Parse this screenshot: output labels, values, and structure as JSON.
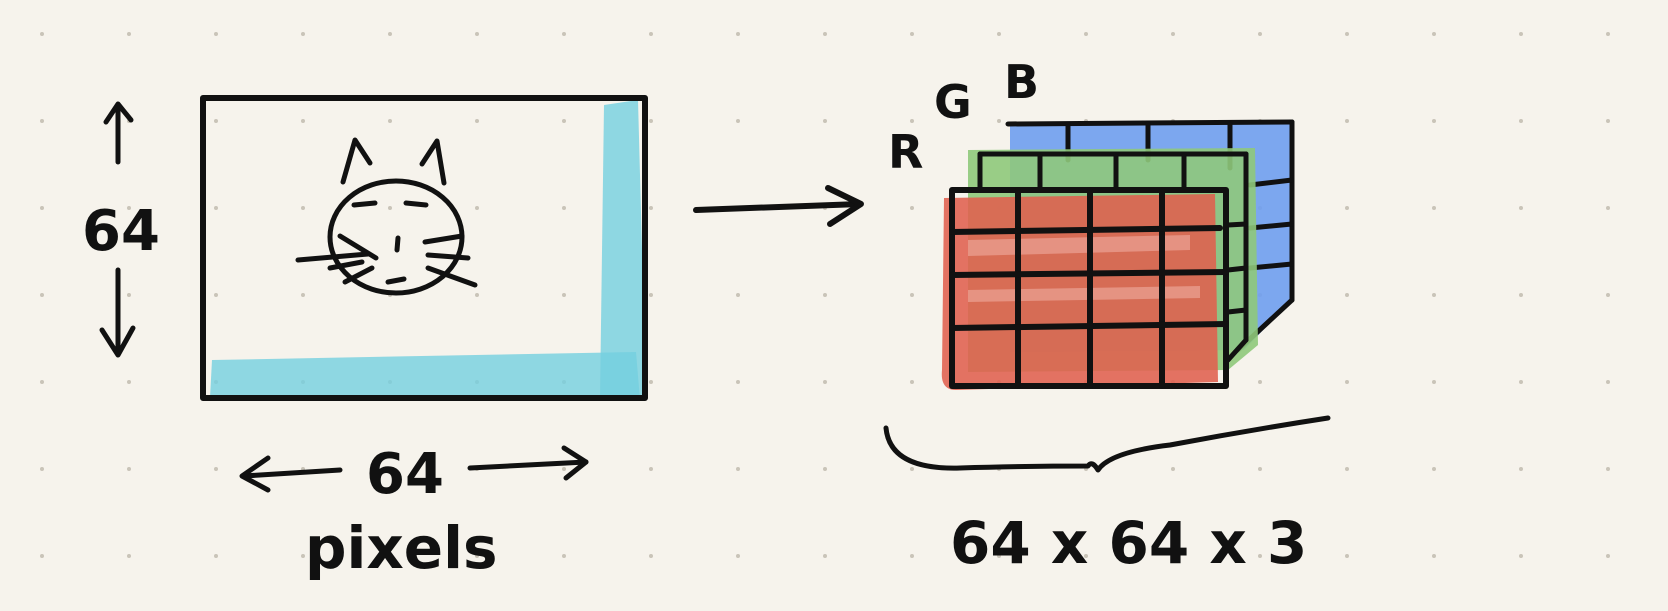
{
  "left_image": {
    "height_label": "64",
    "width_label": "64",
    "caption": "pixels",
    "border_color": "#74cfe0",
    "icon": "cat-icon"
  },
  "transform_arrow": {
    "icon": "right-arrow-icon"
  },
  "channels": {
    "labels": {
      "red": "R",
      "green": "G",
      "blue": "B"
    },
    "colors": {
      "red": "#e0604e",
      "green": "#8fc97b",
      "blue": "#6f9ff0"
    },
    "dimensions_label": "64 x 64 x 3"
  }
}
